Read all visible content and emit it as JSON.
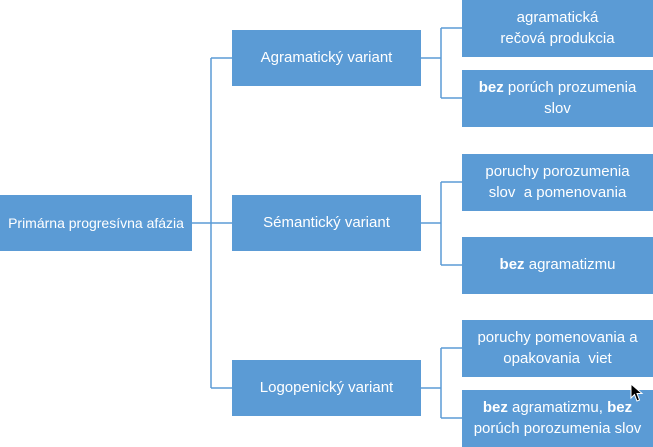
{
  "root": {
    "label": "Primárna progresívna afázia"
  },
  "variants": [
    {
      "label": "Agramatický variant",
      "details": [
        {
          "lines": [
            {
              "bold": "",
              "text": "agramatická"
            },
            {
              "bold": "",
              "text": "rečová produkcia"
            }
          ]
        },
        {
          "lines": [
            {
              "bold": "bez",
              "text": " porúch prozumenia"
            },
            {
              "bold": "",
              "text": "slov"
            }
          ]
        }
      ]
    },
    {
      "label": "Sémantický variant",
      "details": [
        {
          "lines": [
            {
              "bold": "",
              "text": "poruchy porozumenia"
            },
            {
              "bold": "",
              "text": "slov  a pomenovania"
            }
          ]
        },
        {
          "lines": [
            {
              "bold": "bez",
              "text": " agramatizmu"
            }
          ]
        }
      ]
    },
    {
      "label": "Logopenický variant",
      "details": [
        {
          "lines": [
            {
              "bold": "",
              "text": "poruchy pomenovania a"
            },
            {
              "bold": "",
              "text": "opakovania  viet"
            }
          ]
        },
        {
          "lines": [
            {
              "bold": "bez",
              "text": " agramatizmu, ",
              "bold2": "bez"
            },
            {
              "bold": "",
              "text": "porúch porozumenia slov"
            }
          ]
        }
      ]
    }
  ],
  "colors": {
    "box": "#5b9bd5",
    "line": "#5b9bd5",
    "text": "#ffffff"
  }
}
